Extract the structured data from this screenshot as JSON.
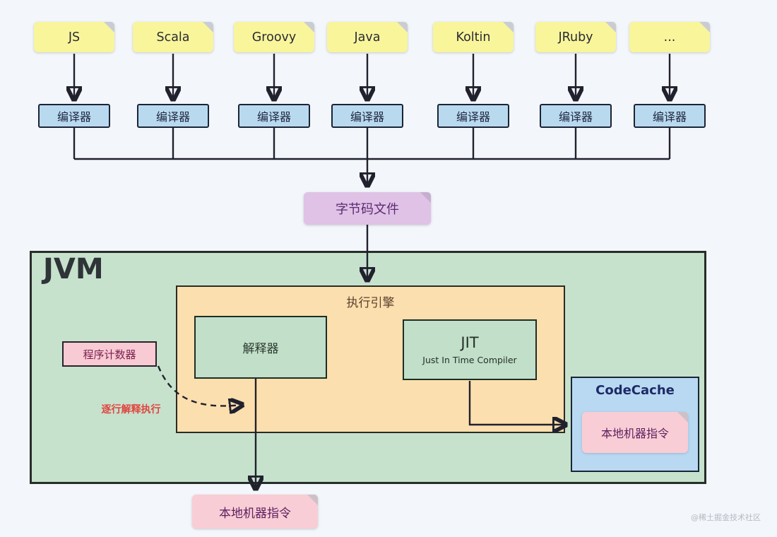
{
  "diagram": {
    "languages": [
      {
        "label": "JS"
      },
      {
        "label": "Scala"
      },
      {
        "label": "Groovy"
      },
      {
        "label": "Java"
      },
      {
        "label": "Koltin"
      },
      {
        "label": "JRuby"
      },
      {
        "label": "..."
      }
    ],
    "compiler_label": "编译器",
    "bytecode_label": "字节码文件",
    "jvm_title": "JVM",
    "execution_engine_title": "执行引擎",
    "interpreter_label": "解释器",
    "jit_label": "JIT",
    "jit_sublabel": "Just In Time Compiler",
    "program_counter_label": "程序计数器",
    "interpret_note_label": "逐行解释执行",
    "codecache_title": "CodeCache",
    "codecache_native_label": "本地机器指令",
    "native_instructions_label": "本地机器指令",
    "watermark": "@稀土掘金技术社区"
  },
  "colors": {
    "background": "#f3f6fa",
    "language_note_yellow": "#f9f59b",
    "compiler_blue": "#b9d9ef",
    "bytecode_purple": "#dfc2e6",
    "jvm_green": "#c6e2cd",
    "engine_orange": "#fbdfae",
    "inner_green": "#c2dfc9",
    "pink": "#f8cad3",
    "codecache_blue": "#b9d9f3",
    "arrow_dark": "#21212e",
    "interpret_note_red": "#e0453f"
  }
}
